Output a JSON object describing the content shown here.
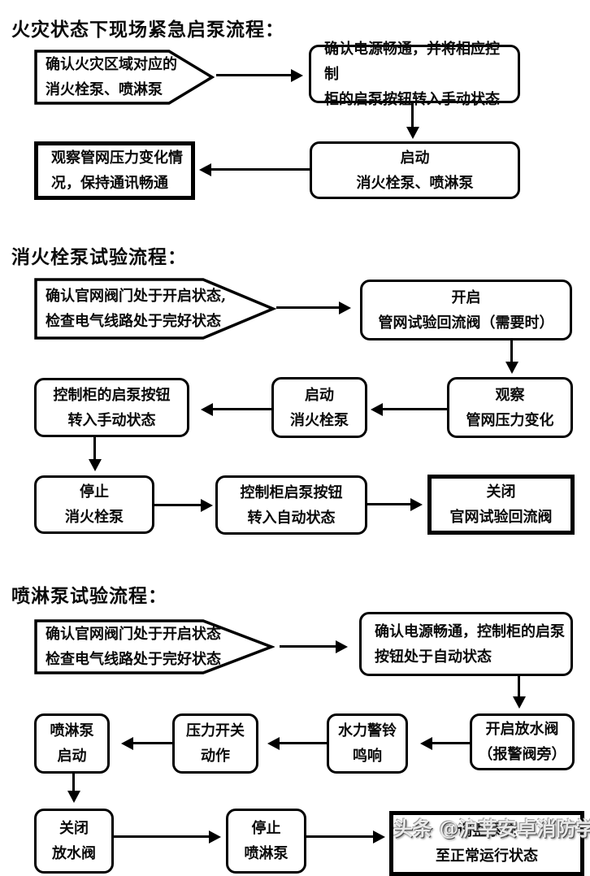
{
  "style": {
    "ink": "#000000",
    "background": "#ffffff"
  },
  "f1": {
    "title": "火灾状态下现场紧急启泵流程：",
    "confirm_area": {
      "l1": "确认火灾区域对应的",
      "l2": "消火栓泵、喷淋泵"
    },
    "confirm_power": {
      "l1": "确认电源畅通，并将相应控制",
      "l2": "柜的启泵按钮转入手动状态"
    },
    "start_pumps": {
      "l1": "启动",
      "l2": "消火栓泵、喷淋泵"
    },
    "observe_pressure": {
      "l1": "观察管网压力变化情",
      "l2": "况，保持通讯畅通"
    }
  },
  "f2": {
    "title": "消火栓泵试验流程：",
    "confirm_valve": {
      "l1": "确认官网阀门处于开启状态,",
      "l2": "检查电气线路处于完好状态"
    },
    "open_return_valve": {
      "l1": "开启",
      "l2": "管网试验回流阀（需要时）"
    },
    "observe_pressure": {
      "l1": "观察",
      "l2": "管网压力变化"
    },
    "start_pump": {
      "l1": "启动",
      "l2": "消火栓泵"
    },
    "switch_manual": {
      "l1": "控制柜的启泵按钮",
      "l2": "转入手动状态"
    },
    "stop_pump": {
      "l1": "停止",
      "l2": "消火栓泵"
    },
    "switch_auto": {
      "l1": "控制柜启泵按钮",
      "l2": "转入自动状态"
    },
    "close_return_valve": {
      "l1": "关闭",
      "l2": "官网试验回流阀"
    }
  },
  "f3": {
    "title": "喷淋泵试验流程：",
    "confirm_valve": {
      "l1": "确认官网阀门处于开启状态",
      "l2": "检查电气线路处于完好状态"
    },
    "confirm_power": {
      "l1": "确认电源畅通，控制柜的启泵",
      "l2": "按钮处于自动状态"
    },
    "open_drain_valve": {
      "l1": "开启放水阀",
      "l2": "（报警阀旁）"
    },
    "hydraulic_bell": {
      "l1": "水力警铃",
      "l2": "鸣响"
    },
    "pressure_switch": {
      "l1": "压力开关",
      "l2": "动作"
    },
    "spray_pump_start": {
      "l1": "喷淋泵",
      "l2": "启动"
    },
    "close_drain_valve": {
      "l1": "关闭",
      "l2": "放水阀"
    },
    "stop_spray_pump": {
      "l1": "停止",
      "l2": "喷淋泵"
    },
    "restore_system": {
      "l1": "调整系统",
      "l2": "至正常运行状态"
    }
  },
  "watermark": {
    "text": "头条 @沪莘安卓消防学院"
  }
}
